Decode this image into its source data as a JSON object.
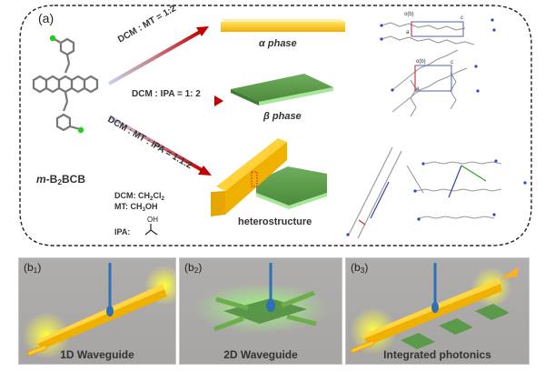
{
  "panel_a": {
    "tag": "(a)",
    "molecule_label_prefix": "m",
    "molecule_label_rest": "-B",
    "molecule_label_sub": "2",
    "molecule_label_end": "BCB",
    "routes": [
      {
        "label": "DCM : MT = 1:2",
        "product": "α phase"
      },
      {
        "label": "DCM : IPA = 1: 2",
        "product": "β phase"
      },
      {
        "label": "DCM : MT : IPA = 1:1:2",
        "product": "heterostructure"
      }
    ],
    "legend": {
      "dcm_key": "DCM: CH",
      "dcm_sub1": "2",
      "dcm_mid": "Cl",
      "dcm_sub2": "2",
      "mt_key": "MT: CH",
      "mt_sub": "3",
      "mt_end": "OH",
      "ipa_key": "IPA:",
      "ipa_oh": "OH"
    },
    "crystal_labels": {
      "alpha_axis_top": "o(b)",
      "alpha_axis_a": "a",
      "alpha_axis_c": "c",
      "beta_axis_top": "o(b)",
      "beta_axis_a": "a",
      "beta_axis_c": "c"
    }
  },
  "panels_b": [
    {
      "tag_pre": "(b",
      "tag_sub": "1",
      "tag_post": ")",
      "caption": "1D Waveguide"
    },
    {
      "tag_pre": "(b",
      "tag_sub": "2",
      "tag_post": ")",
      "caption": "2D Waveguide"
    },
    {
      "tag_pre": "(b",
      "tag_sub": "3",
      "tag_post": ")",
      "caption": "Integrated photonics"
    }
  ],
  "colors": {
    "arrow_red": "#c00000",
    "arrow_start": "#b8c8e8",
    "alpha_yellow": "#f5c518",
    "beta_green": "#5a9a4a",
    "excitation_blue": "#2e6fb8",
    "panel_gray": "#aba9a7"
  }
}
